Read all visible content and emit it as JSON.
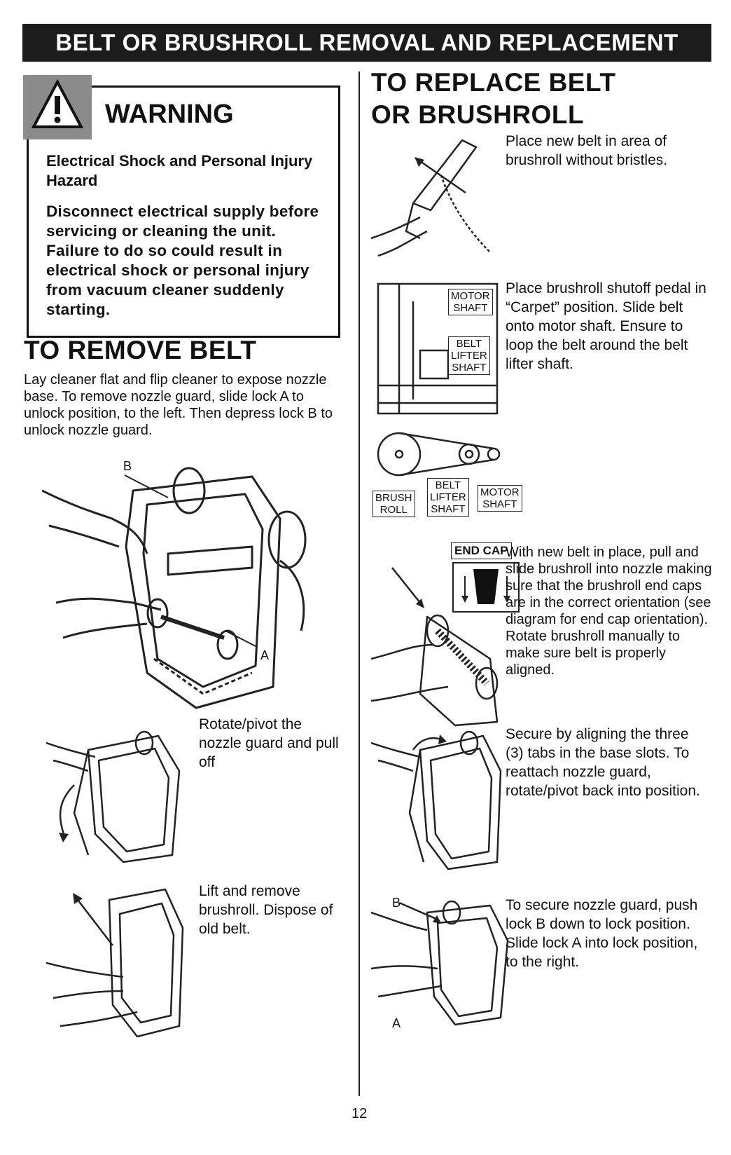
{
  "banner": "BELT OR BRUSHROLL REMOVAL AND REPLACEMENT",
  "warning": {
    "icon": "warning-triangle-icon",
    "title": "WARNING",
    "subtitle": "Electrical Shock and Personal Injury Hazard",
    "body": "Disconnect electrical supply before servicing or cleaning the unit. Failure to do so could result in electrical shock or personal injury from vacuum cleaner suddenly starting."
  },
  "remove": {
    "heading": "TO REMOVE BELT",
    "intro": "Lay cleaner flat and flip cleaner to expose nozzle base. To remove nozzle guard, slide lock A to unlock position, to the left. Then depress lock B to unlock nozzle guard.",
    "fig1_label_b": "B",
    "fig1_label_a": "A",
    "step2": "Rotate/pivot the nozzle guard and pull off",
    "step3": "Lift and remove brushroll. Dispose of old belt."
  },
  "replace": {
    "heading_line1": "TO REPLACE BELT",
    "heading_line2": "OR BRUSHROLL",
    "step1": "Place new belt in area of brushroll without bristles.",
    "step2": "Place brushroll shutoff pedal in “Carpet” position. Slide belt onto motor shaft. Ensure to loop the belt around the belt lifter shaft.",
    "labels": {
      "motor_shaft_1": "MOTOR",
      "motor_shaft_2": "SHAFT",
      "belt_lifter_1": "BELT",
      "belt_lifter_2": "LIFTER",
      "belt_lifter_3": "SHAFT",
      "brush_roll_1": "BRUSH",
      "brush_roll_2": "ROLL",
      "end_cap": "END CAP"
    },
    "step3": "With new belt in place, pull and slide brushroll into nozzle making sure that the brushroll end caps are in the correct orientation (see diagram for end cap orientation). Rotate brushroll manually to make sure belt is properly aligned.",
    "step4": "Secure by aligning the three (3) tabs in the base slots. To reattach nozzle guard, rotate/pivot back into position.",
    "step5": "To secure nozzle guard, push lock B down to lock position. Slide lock A into lock position, to the right.",
    "fig5_label_b": "B",
    "fig5_label_a": "A"
  },
  "page_number": "12"
}
